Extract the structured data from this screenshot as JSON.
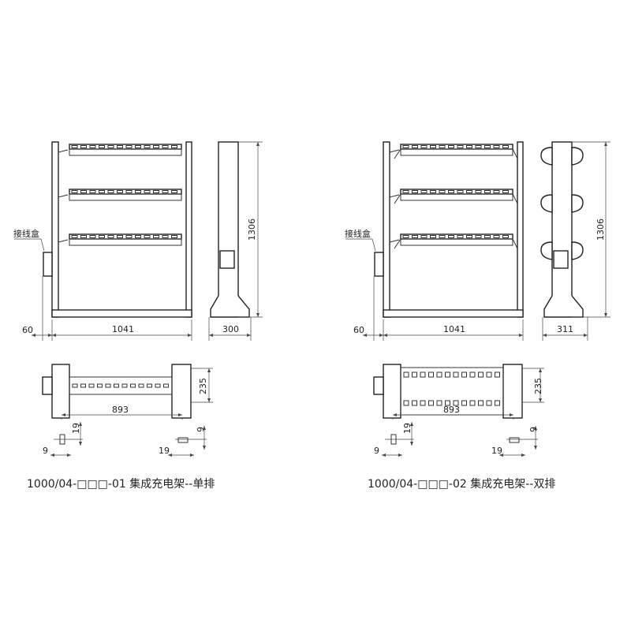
{
  "panels": [
    {
      "variant": "single",
      "junction_box_label": "接线盒",
      "dims": {
        "offset": "60",
        "width": "1041",
        "height": "1306",
        "depth": "300",
        "top_depth": "235",
        "hole_span": "893",
        "slot_a_h": "19",
        "slot_a_w": "9",
        "slot_b_h": "9",
        "slot_b_w": "19"
      },
      "title": "1000/04-□□□-01  集成充电架--单排"
    },
    {
      "variant": "double",
      "junction_box_label": "接线盒",
      "dims": {
        "offset": "60",
        "width": "1041",
        "height": "1306",
        "depth": "311",
        "top_depth": "235",
        "hole_span": "893",
        "slot_a_h": "19",
        "slot_a_w": "9",
        "slot_b_h": "9",
        "slot_b_w": "19"
      },
      "title": "1000/04-□□□-02  集成充电架--双排"
    }
  ],
  "colors": {
    "line": "#333333",
    "background": "#ffffff"
  }
}
